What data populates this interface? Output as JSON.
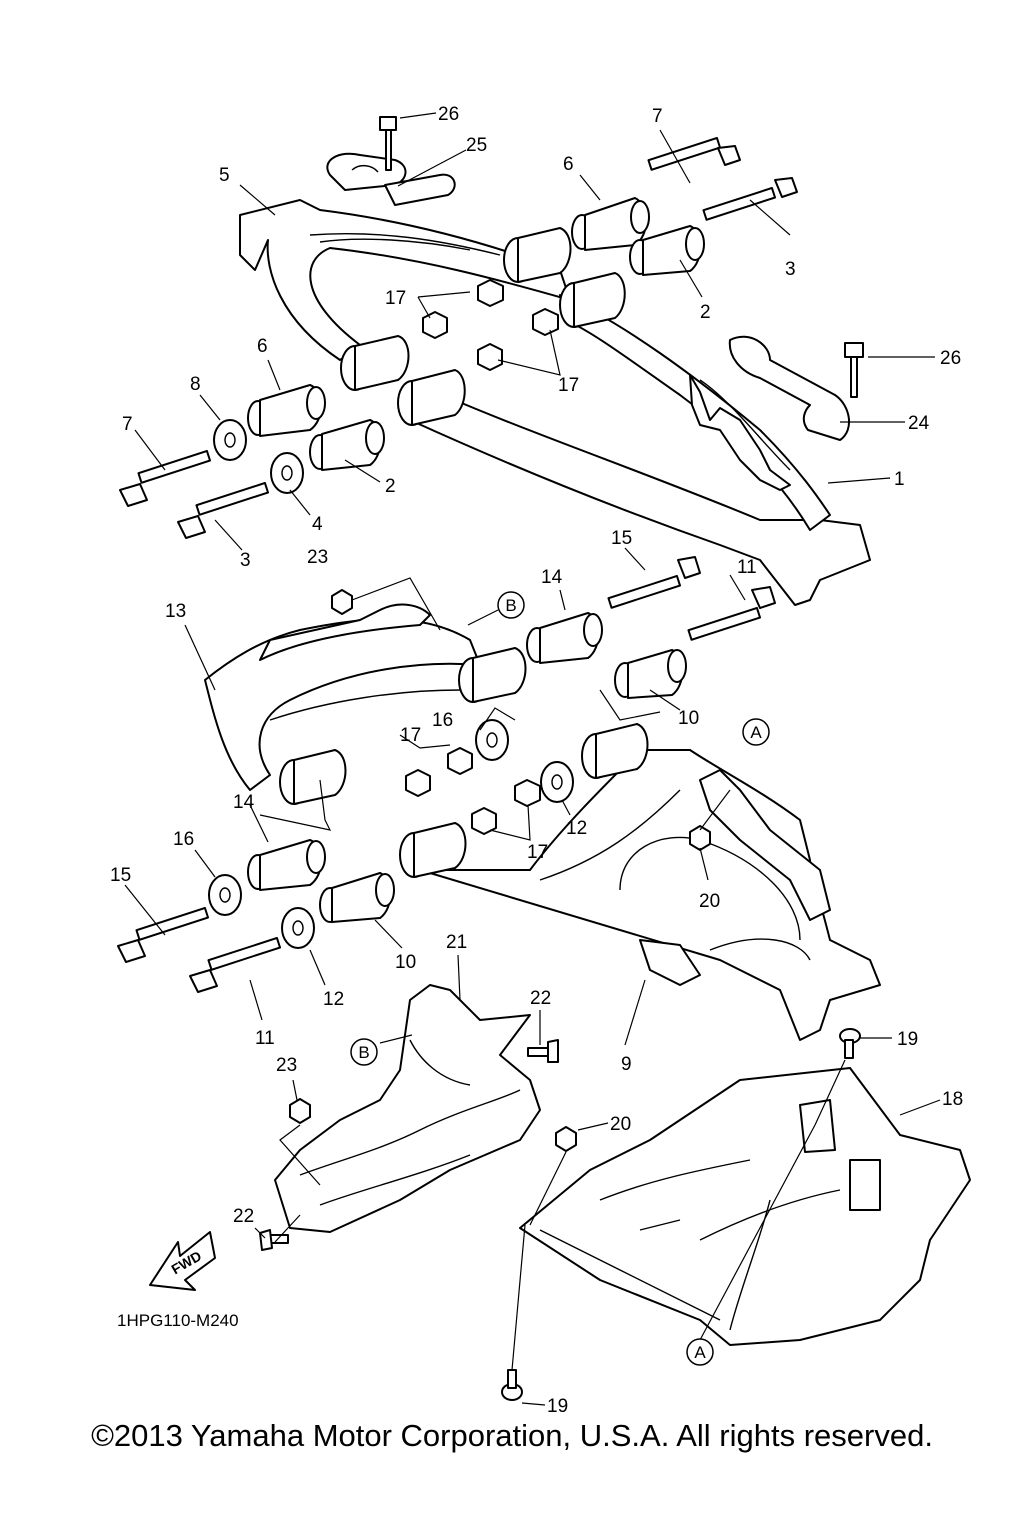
{
  "diagram": {
    "drawing_code": "1HPG110-M240",
    "fwd_label": "FWD",
    "copyright": "©2013 Yamaha Motor Corporation, U.S.A. All rights reserved.",
    "callouts": [
      {
        "id": "c26a",
        "label": "26"
      },
      {
        "id": "c25",
        "label": "25"
      },
      {
        "id": "c5",
        "label": "5"
      },
      {
        "id": "c7a",
        "label": "7"
      },
      {
        "id": "c6a",
        "label": "6"
      },
      {
        "id": "c3a",
        "label": "3"
      },
      {
        "id": "c2a",
        "label": "2"
      },
      {
        "id": "c17a",
        "label": "17"
      },
      {
        "id": "c6b",
        "label": "6"
      },
      {
        "id": "c8",
        "label": "8"
      },
      {
        "id": "c7b",
        "label": "7"
      },
      {
        "id": "c17b",
        "label": "17"
      },
      {
        "id": "c26b",
        "label": "26"
      },
      {
        "id": "c24",
        "label": "24"
      },
      {
        "id": "c1",
        "label": "1"
      },
      {
        "id": "c2b",
        "label": "2"
      },
      {
        "id": "c4",
        "label": "4"
      },
      {
        "id": "c3b",
        "label": "3"
      },
      {
        "id": "c23a",
        "label": "23"
      },
      {
        "id": "c15a",
        "label": "15"
      },
      {
        "id": "c14a",
        "label": "14"
      },
      {
        "id": "c11a",
        "label": "11"
      },
      {
        "id": "c13",
        "label": "13"
      },
      {
        "id": "c10a",
        "label": "10"
      },
      {
        "id": "c17c",
        "label": "17"
      },
      {
        "id": "c16a",
        "label": "16"
      },
      {
        "id": "c12a",
        "label": "12"
      },
      {
        "id": "c17d",
        "label": "17"
      },
      {
        "id": "c14b",
        "label": "14"
      },
      {
        "id": "c16b",
        "label": "16"
      },
      {
        "id": "c15b",
        "label": "15"
      },
      {
        "id": "c20a",
        "label": "20"
      },
      {
        "id": "c10b",
        "label": "10"
      },
      {
        "id": "c12b",
        "label": "12"
      },
      {
        "id": "c11b",
        "label": "11"
      },
      {
        "id": "c21",
        "label": "21"
      },
      {
        "id": "c22a",
        "label": "22"
      },
      {
        "id": "c9",
        "label": "9"
      },
      {
        "id": "c19a",
        "label": "19"
      },
      {
        "id": "c18",
        "label": "18"
      },
      {
        "id": "c23b",
        "label": "23"
      },
      {
        "id": "c20b",
        "label": "20"
      },
      {
        "id": "c22b",
        "label": "22"
      },
      {
        "id": "c19b",
        "label": "19"
      }
    ],
    "references": [
      {
        "id": "rB1",
        "label": "B"
      },
      {
        "id": "rA1",
        "label": "A"
      },
      {
        "id": "rB2",
        "label": "B"
      },
      {
        "id": "rA2",
        "label": "A"
      }
    ]
  }
}
